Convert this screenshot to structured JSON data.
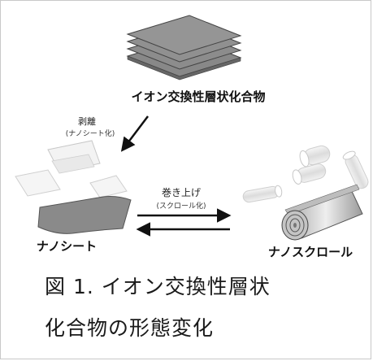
{
  "labels": {
    "compound": "イオン交換性層状化合物",
    "exfoliation": "剥離",
    "exfoliation_sub": "(ナノシート化)",
    "rollup": "巻き上げ",
    "rollup_sub": "(スクロール化)",
    "nanosheet": "ナノシート",
    "nanoscroll": "ナノスクロール"
  },
  "caption": {
    "line1": "図 1. イオン交換性層状",
    "line2": "化合物の形態変化"
  }
}
